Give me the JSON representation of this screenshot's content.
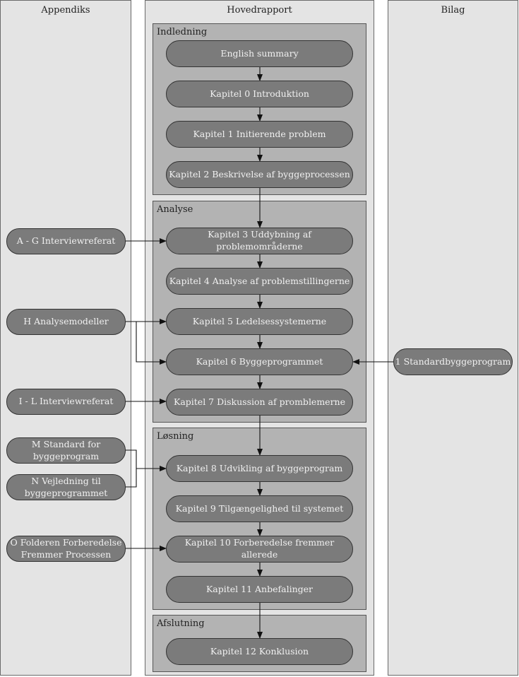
{
  "columns": {
    "appendiks": "Appendiks",
    "hovedrapport": "Hovedrapport",
    "bilag": "Bilag"
  },
  "sections": {
    "indledning": "Indledning",
    "analyse": "Analyse",
    "loesning": "Løsning",
    "afslutning": "Afslutning"
  },
  "chapters": {
    "english_summary": "English summary",
    "k0": "Kapitel 0 Introduktion",
    "k1": "Kapitel 1 Initierende problem",
    "k2": "Kapitel 2 Beskrivelse af byggeprocessen",
    "k3": "Kapitel 3 Uddybning af problemområderne",
    "k4": "Kapitel 4 Analyse af problemstillingerne",
    "k5": "Kapitel 5 Ledelsessystemerne",
    "k6": "Kapitel 6 Byggeprogrammet",
    "k7": "Kapitel 7 Diskussion af promblemerne",
    "k8": "Kapitel 8 Udvikling af byggeprogram",
    "k9": "Kapitel 9 Tilgængelighed til systemet",
    "k10": "Kapitel 10 Forberedelse fremmer allerede",
    "k11": "Kapitel 11 Anbefalinger",
    "k12": "Kapitel 12 Konklusion"
  },
  "appendices": {
    "ag": "A - G Interviewreferat",
    "h": "H Analysemodeller",
    "il": "I - L Interviewreferat",
    "m": "M Standard for\nbyggeprogram",
    "n": "N Vejledning til\nbyggeprogrammet",
    "o": "O Folderen Forberedelse\nFremmer Processen"
  },
  "bilag": {
    "one": "1 Standardbyggeprogram"
  },
  "colors": {
    "column_bg": "#e4e4e4",
    "section_bg": "#b3b3b3",
    "node_bg": "#7b7b7b",
    "node_text": "#f0f0f0"
  }
}
